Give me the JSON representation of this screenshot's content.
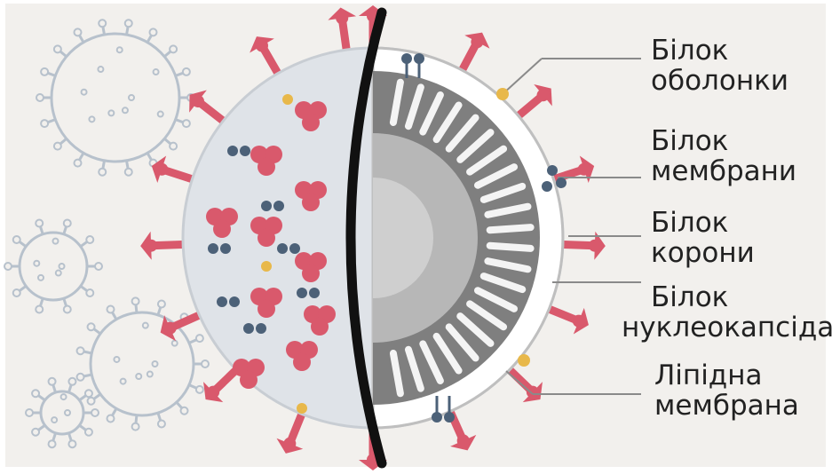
{
  "diagram": {
    "labels": [
      {
        "id": "envelope-protein",
        "line1": "Білок",
        "line2": "оболонки"
      },
      {
        "id": "membrane-protein",
        "line1": "Білок",
        "line2": "мембрани"
      },
      {
        "id": "spike-protein",
        "line1": "Білок",
        "line2": "корони"
      },
      {
        "id": "nucleocapsid-protein",
        "line1": "Білок",
        "line2": "нуклеокапсіда"
      },
      {
        "id": "lipid-membrane",
        "line1": "Ліпідна",
        "line2": "мембрана"
      }
    ],
    "colors": {
      "background": "#f2f0ed",
      "spike": "#d9596c",
      "spike_dark": "#1f1f1f",
      "membrane_protein": "#4c6178",
      "envelope_protein": "#e8b84a",
      "virion_surface": "#dfe3e8",
      "capsid_gray": "#9a9a9a",
      "small_virus": "#b7c1cc"
    }
  }
}
